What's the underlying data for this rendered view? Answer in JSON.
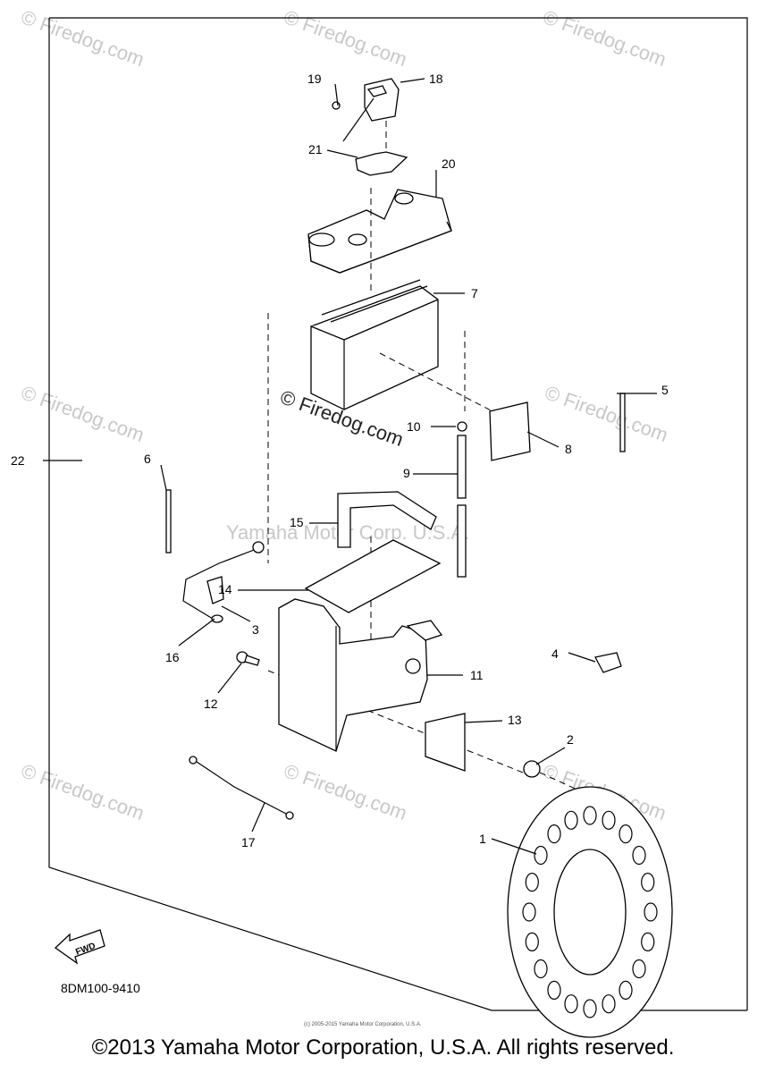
{
  "watermarks": {
    "firedog": "© Firedog.com",
    "yamaha_corp": "Yamaha Motor Corp. U.S.A."
  },
  "callouts": [
    "1",
    "2",
    "3",
    "4",
    "5",
    "6",
    "7",
    "8",
    "9",
    "10",
    "11",
    "12",
    "13",
    "14",
    "15",
    "16",
    "17",
    "18",
    "19",
    "20",
    "21",
    "22"
  ],
  "diagram_code": "8DM100-9410",
  "fwd_label": "FWD",
  "small_copyright": "(c) 2005-2015 Yamaha Motor Corporation, U.S.A.",
  "footer": "©2013 Yamaha Motor Corporation, U.S.A. All rights reserved."
}
